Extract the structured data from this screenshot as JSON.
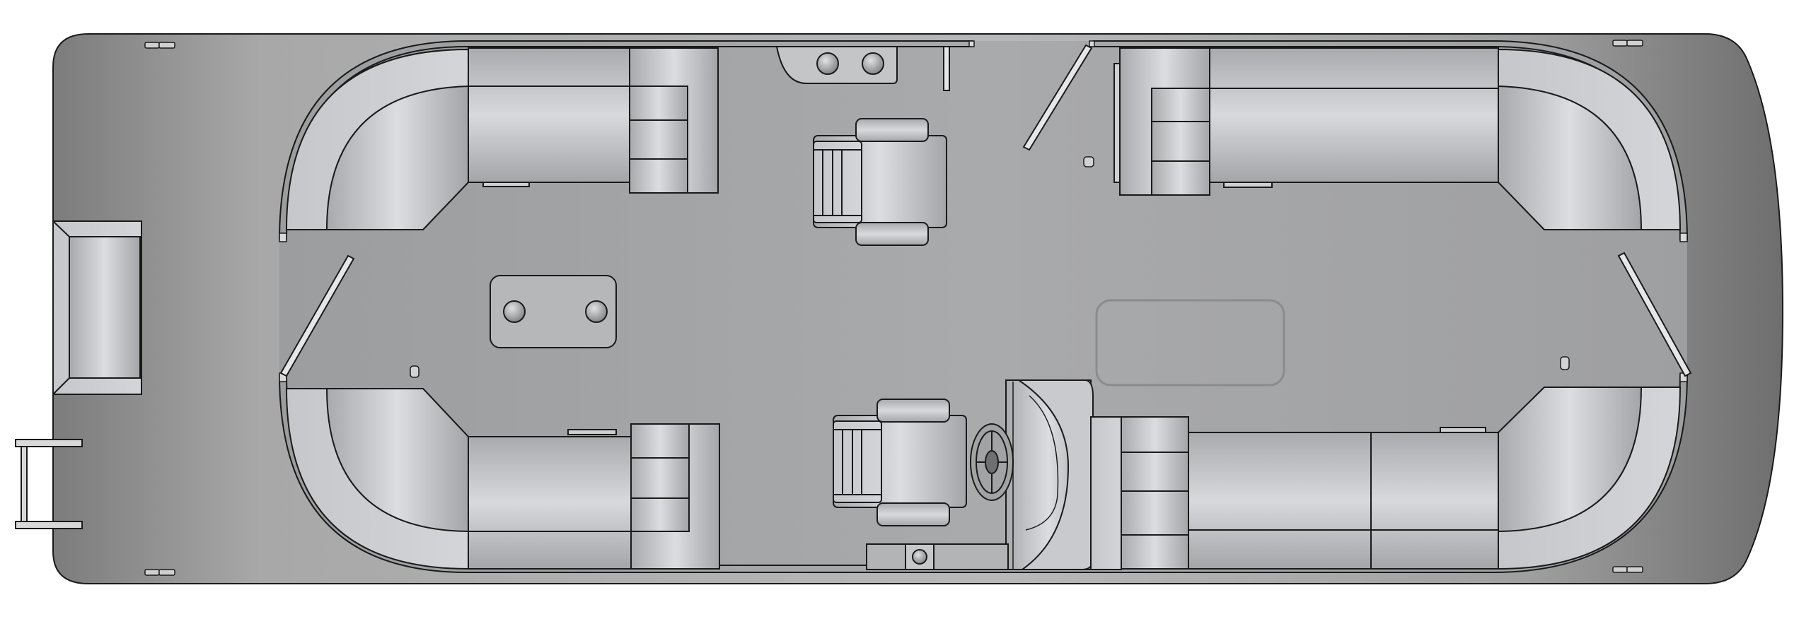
{
  "diagram": {
    "kind": "pontoon boat floor plan (top view)",
    "colors": {
      "deck_dark": "#7a7a7a",
      "deck_light": "#b4b4b4",
      "floor": "#a6a7a9",
      "seat_light": "#d6d7d9",
      "seat_mid": "#c2c3c5",
      "seat_dark": "#8f9093",
      "stroke": "#1a1a1a"
    },
    "counts": {
      "lounge_seating_groups": 4,
      "captain_chairs": 2,
      "cup_holder_tables": 2,
      "steering_wheels": 1
    },
    "labels": []
  }
}
